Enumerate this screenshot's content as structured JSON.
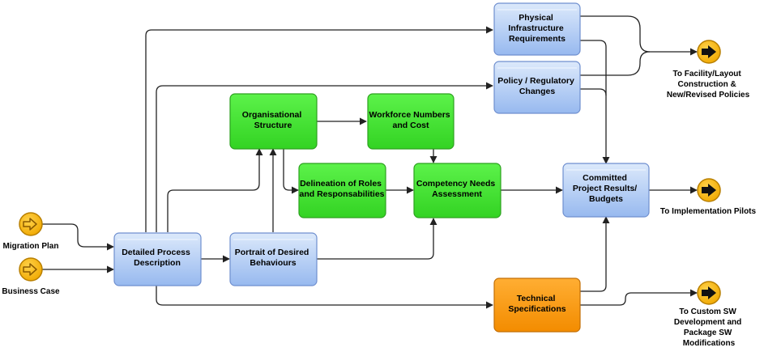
{
  "nodes": {
    "physical_infrastructure": {
      "lines": [
        "Physical",
        "Infrastructure",
        "Requirements"
      ],
      "color": "blue"
    },
    "policy_regulatory": {
      "lines": [
        "Policy / Regulatory",
        "Changes"
      ],
      "color": "blue"
    },
    "organisational_structure": {
      "lines": [
        "Organisational",
        "Structure"
      ],
      "color": "green"
    },
    "workforce_numbers": {
      "lines": [
        "Workforce Numbers",
        "and Cost"
      ],
      "color": "green"
    },
    "delineation_roles": {
      "lines": [
        "Delineation of Roles",
        "and Responsabilities"
      ],
      "color": "green"
    },
    "competency_needs": {
      "lines": [
        "Competency Needs",
        "Assessment"
      ],
      "color": "green"
    },
    "committed_results": {
      "lines": [
        "Committed",
        "Project Results/",
        "Budgets"
      ],
      "color": "blue"
    },
    "detailed_process": {
      "lines": [
        "Detailed Process",
        "Description"
      ],
      "color": "blue"
    },
    "portrait_behaviours": {
      "lines": [
        "Portrait of Desired",
        "Behaviours"
      ],
      "color": "blue"
    },
    "technical_specs": {
      "lines": [
        "Technical",
        "Specifications"
      ],
      "color": "orange"
    }
  },
  "inputs": {
    "migration_plan": {
      "label": "Migration Plan"
    },
    "business_case": {
      "label": "Business Case"
    }
  },
  "outputs": {
    "facility": {
      "lines": [
        "To Facility/Layout",
        "Construction &",
        "New/Revised Policies"
      ]
    },
    "implementation": {
      "lines": [
        "To Implementation Pilots"
      ]
    },
    "custom_sw": {
      "lines": [
        "To Custom SW",
        "Development and",
        "Package SW",
        "Modifications"
      ]
    }
  },
  "colors": {
    "blue_top": "#dce9fb",
    "blue_bottom": "#97b9ef",
    "blue_stroke": "#6f8fcf",
    "green_top": "#5cf24a",
    "green_bottom": "#33d323",
    "green_stroke": "#2ca11f",
    "orange_top": "#ffae33",
    "orange_bottom": "#f38c00",
    "orange_stroke": "#c36f05",
    "terminal_fill": "#f5b50e",
    "terminal_stroke": "#b87f00",
    "connector": "#222222"
  }
}
